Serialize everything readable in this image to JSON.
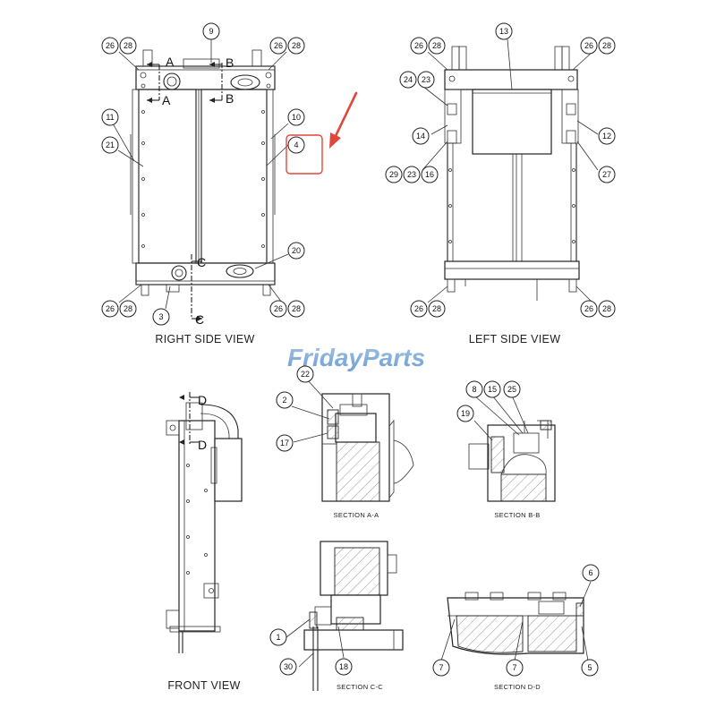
{
  "watermark": {
    "text": "FridayParts"
  },
  "views": {
    "right_side": "RIGHT SIDE VIEW",
    "left_side": "LEFT SIDE VIEW",
    "front": "FRONT VIEW",
    "section_aa": "SECTION A-A",
    "section_bb": "SECTION B-B",
    "section_cc": "SECTION C-C",
    "section_dd": "SECTION D-D"
  },
  "section_markers": {
    "a": "A",
    "b": "B",
    "c": "C",
    "d": "D"
  },
  "callouts": {
    "c1": "1",
    "c2": "2",
    "c3": "3",
    "c4": "4",
    "c5": "5",
    "c6": "6",
    "c7": "7",
    "c8": "8",
    "c9": "9",
    "c10": "10",
    "c11": "11",
    "c12": "12",
    "c13": "13",
    "c14": "14",
    "c15": "15",
    "c16": "16",
    "c17": "17",
    "c18": "18",
    "c19": "19",
    "c20": "20",
    "c21": "21",
    "c22": "22",
    "c23": "23",
    "c24": "24",
    "c25": "25",
    "c26": "26",
    "c27": "27",
    "c28": "28",
    "c29": "29",
    "c30": "30"
  },
  "highlight": {
    "color": "#e0463a"
  }
}
